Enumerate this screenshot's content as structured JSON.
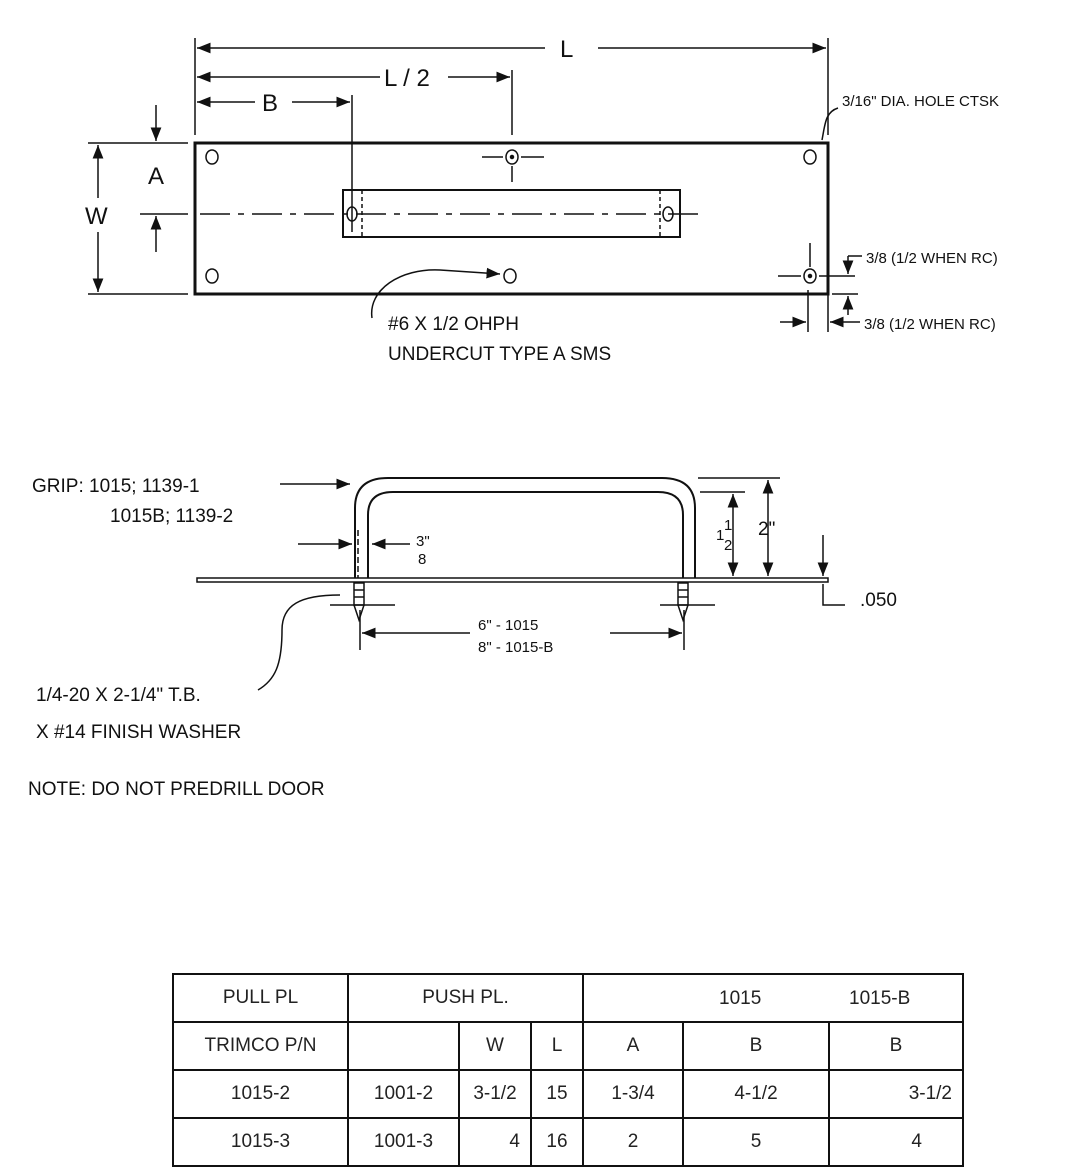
{
  "plate_view": {
    "dim_L": "L",
    "dim_L_half": "L / 2",
    "dim_B": "B",
    "dim_A": "A",
    "dim_W": "W",
    "hole_note": "3/16\"  DIA. HOLE CTSK",
    "edge_note_vertical": "3/8 (1/2 WHEN RC)",
    "edge_note_horizontal": "3/8 (1/2 WHEN RC)",
    "screw_note_line1": "#6 X 1/2 OHPH",
    "screw_note_line2": "UNDERCUT TYPE A SMS"
  },
  "grip_view": {
    "grip_label_line1": "GRIP:  1015;    1139-1",
    "grip_label_line2": "1015B; 1139-2",
    "diameter_num": "3\"",
    "diameter_den": "8",
    "height_inner_whole": "1",
    "height_inner_num": "1",
    "height_inner_den": "2",
    "height_outer": "2\"",
    "thickness": ".050",
    "spacing_line1": "6\"  -  1015",
    "spacing_line2": "8\"  -  1015-B",
    "bolt_note_line1": "1/4-20 X 2-1/4\" T.B.",
    "bolt_note_line2": "X #14 FINISH WASHER"
  },
  "note": "NOTE:  DO NOT PREDRILL DOOR",
  "table": {
    "header1": {
      "pull": "PULL PL",
      "push": "PUSH PL.",
      "g1015": "1015",
      "g1015b": "1015-B"
    },
    "header2": {
      "pn": "TRIMCO P/N",
      "blank": "",
      "w": "W",
      "l": "L",
      "a": "A",
      "b": "B",
      "b2": "B"
    },
    "rows": [
      {
        "pull": "1015-2",
        "push": "1001-2",
        "w": "3-1/2",
        "l": "15",
        "a": "1-3/4",
        "b": "4-1/2",
        "b2": "3-1/2"
      },
      {
        "pull": "1015-3",
        "push": "1001-3",
        "w": "4",
        "l": "16",
        "a": "2",
        "b": "5",
        "b2": "4"
      }
    ]
  }
}
